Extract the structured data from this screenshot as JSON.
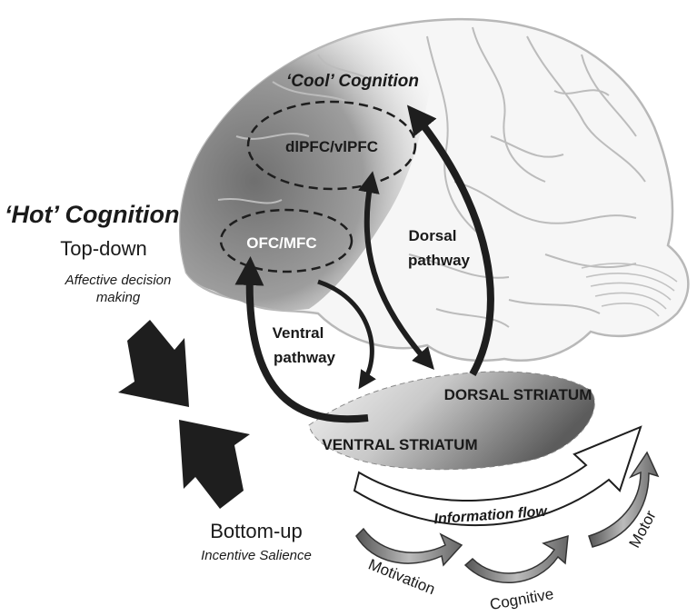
{
  "labels": {
    "cool_cognition": "‘Cool’ Cognition",
    "dlpfc": "dlPFC/vlPFC",
    "hot_cognition": "‘Hot’ Cognition",
    "top_down": "Top-down",
    "affective_line1": "Affective decision",
    "affective_line2": "making",
    "ofc_mfc": "OFC/MFC",
    "dorsal_pathway_line1": "Dorsal",
    "dorsal_pathway_line2": "pathway",
    "ventral_pathway_line1": "Ventral",
    "ventral_pathway_line2": "pathway",
    "dorsal_striatum": "DORSAL STRIATUM",
    "ventral_striatum": "VENTRAL STRIATUM",
    "bottom_up": "Bottom-up",
    "incentive_salience": "Incentive Salience",
    "information_flow": "Information flow",
    "motivation": "Motivation",
    "cognitive": "Cognitive",
    "motor": "Motor"
  },
  "colors": {
    "brain_outline": "#b8b8b8",
    "frontal_shade": "#8a8a8a",
    "arrow_dark": "#1e1e1e",
    "striatum_dark": "#6e6e6e",
    "striatum_light": "#ececec",
    "text": "#1a1a1a"
  }
}
